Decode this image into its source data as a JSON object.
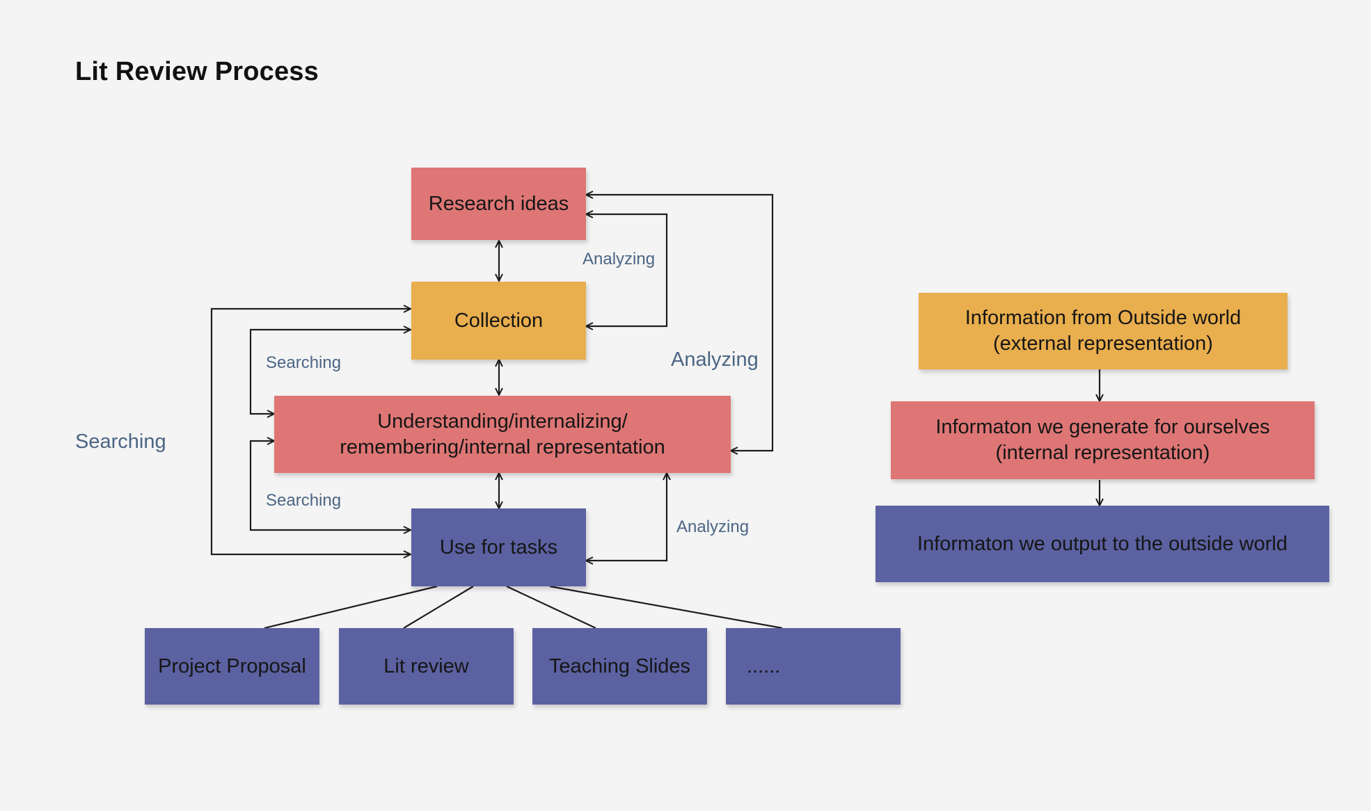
{
  "title": "Lit Review Process",
  "nodes": {
    "research_ideas": "Research ideas",
    "collection": "Collection",
    "understanding": "Understanding/internalizing/\nremembering/internal representation",
    "use_for_tasks": "Use for tasks",
    "project_proposal": "Project Proposal",
    "lit_review": "Lit review",
    "teaching_slides": "Teaching Slides",
    "more": "......"
  },
  "legend": {
    "external": "Information from Outside world\n(external representation)",
    "internal": "Informaton we generate for ourselves\n(internal representation)",
    "output": "Informaton we output to the outside world"
  },
  "labels": {
    "analyzing_top": "Analyzing",
    "analyzing_middle": "Analyzing",
    "analyzing_bottom": "Analyzing",
    "searching_upper": "Searching",
    "searching_lower": "Searching",
    "searching_outer": "Searching"
  },
  "colors": {
    "red": "#de7675",
    "orange": "#e9ae4d",
    "blue": "#5b61a1",
    "label": "#4b6584"
  }
}
